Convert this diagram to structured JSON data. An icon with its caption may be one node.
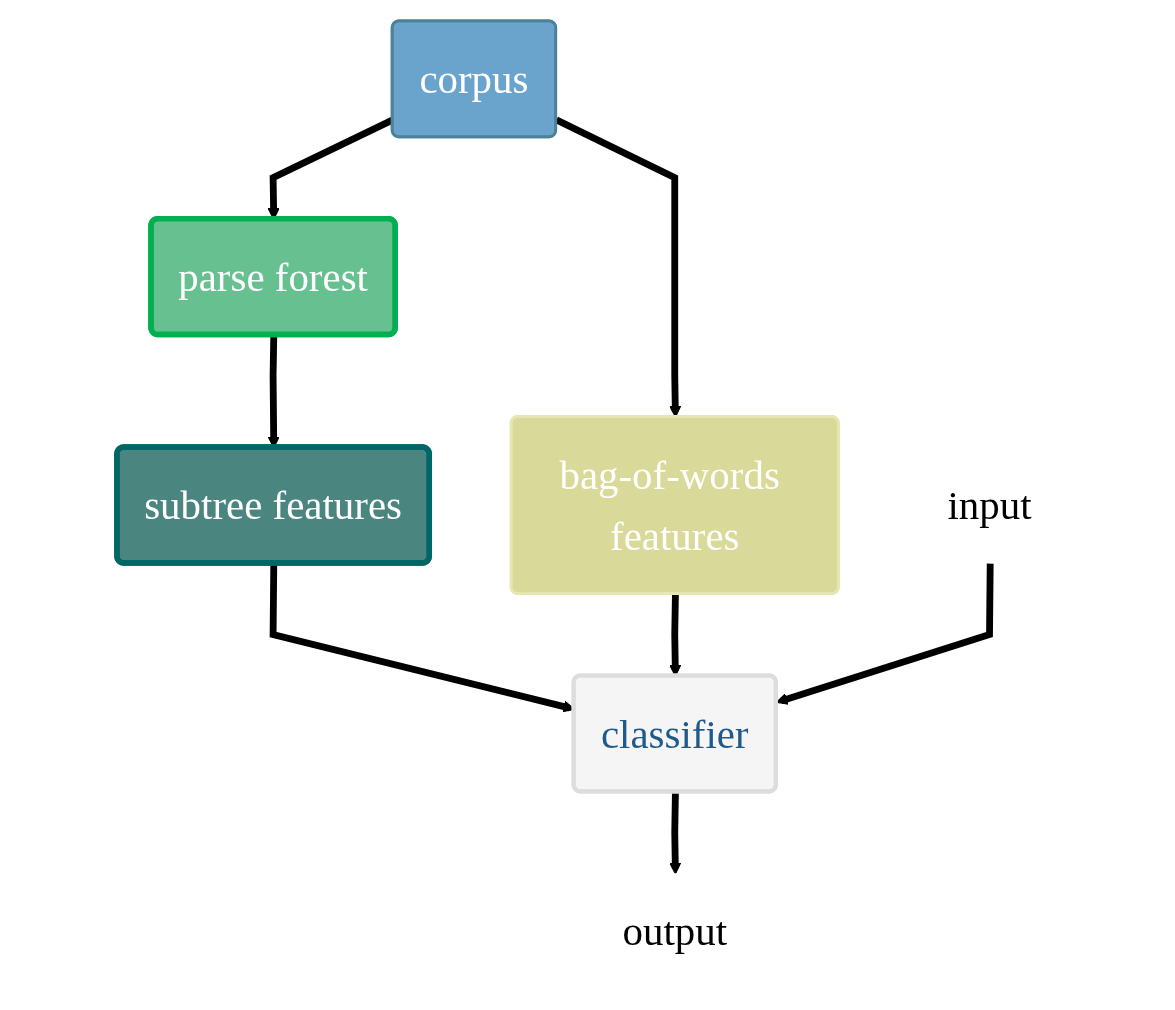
{
  "diagram": {
    "nodes": [
      {
        "text": [
          "corpus"
        ]
      },
      {
        "text": [
          "parse forest"
        ]
      },
      {
        "text": [
          "subtree features"
        ]
      },
      {
        "text": [
          "bag-of-words features"
        ]
      },
      {
        "text": [
          "classifier"
        ]
      },
      {
        "text": [
          "input"
        ]
      },
      {
        "text": [
          "output"
        ]
      }
    ],
    "edges": [
      {
        "from": 0,
        "to": 1,
        "arrow": "to"
      },
      {
        "from": 0,
        "to": 3,
        "arrow": "to"
      },
      {
        "from": 1,
        "to": 2,
        "arrow": "to"
      },
      {
        "from": 2,
        "to": 4,
        "arrow": "to"
      },
      {
        "from": 3,
        "to": 4,
        "arrow": "to"
      },
      {
        "from": 5,
        "to": 4,
        "arrow": "to"
      },
      {
        "from": 4,
        "to": 6,
        "arrow": "to"
      }
    ]
  }
}
